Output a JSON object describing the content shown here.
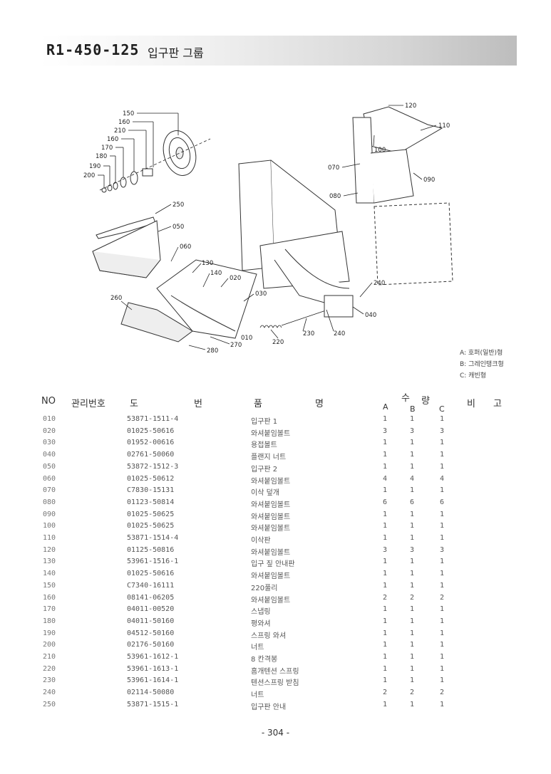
{
  "header": {
    "code": "R1-450-125",
    "title": "입구판 그룹"
  },
  "diagram": {
    "labels": [
      "150",
      "160",
      "210",
      "160",
      "170",
      "180",
      "190",
      "200",
      "250",
      "050",
      "060",
      "130",
      "140",
      "020",
      "030",
      "260",
      "270",
      "280",
      "010",
      "220",
      "230",
      "240",
      "240",
      "040",
      "120",
      "110",
      "100",
      "070",
      "090",
      "080"
    ]
  },
  "legend": [
    "A: 호퍼(일반)형",
    "B: 그레인탱크형",
    "C: 캐빈형"
  ],
  "columns": {
    "no": "NO",
    "mgmt": "관리번호",
    "do": "도",
    "beon": "번",
    "pum": "품",
    "myeong": "명",
    "su": "수",
    "ryang": "량",
    "a": "A",
    "b": "B",
    "c": "C",
    "bi": "비",
    "go": "고"
  },
  "rows": [
    {
      "no": "010",
      "part": "53871-1511-4",
      "name": "입구판 1",
      "a": "1",
      "b": "1",
      "c": "1"
    },
    {
      "no": "020",
      "part": "01025-50616",
      "name": "와셔붙임볼트",
      "a": "3",
      "b": "3",
      "c": "3"
    },
    {
      "no": "030",
      "part": "01952-00616",
      "name": "용접볼트",
      "a": "1",
      "b": "1",
      "c": "1"
    },
    {
      "no": "040",
      "part": "02761-50060",
      "name": "플랜지 너트",
      "a": "1",
      "b": "1",
      "c": "1"
    },
    {
      "no": "050",
      "part": "53872-1512-3",
      "name": "입구판 2",
      "a": "1",
      "b": "1",
      "c": "1"
    },
    {
      "no": "060",
      "part": "01025-50612",
      "name": "와셔붙임볼트",
      "a": "4",
      "b": "4",
      "c": "4"
    },
    {
      "no": "070",
      "part": "C7830-15131",
      "name": "이삭 덮개",
      "a": "1",
      "b": "1",
      "c": "1"
    },
    {
      "no": "080",
      "part": "01123-50814",
      "name": "와셔붙임볼트",
      "a": "6",
      "b": "6",
      "c": "6"
    },
    {
      "no": "090",
      "part": "01025-50625",
      "name": "와셔붙임볼트",
      "a": "1",
      "b": "1",
      "c": "1"
    },
    {
      "no": "100",
      "part": "01025-50625",
      "name": "와셔붙임볼트",
      "a": "1",
      "b": "1",
      "c": "1"
    },
    {
      "no": "110",
      "part": "53871-1514-4",
      "name": "이삭판",
      "a": "1",
      "b": "1",
      "c": "1"
    },
    {
      "no": "120",
      "part": "01125-50816",
      "name": "와셔붙임볼트",
      "a": "3",
      "b": "3",
      "c": "3"
    },
    {
      "no": "130",
      "part": "53961-1516-1",
      "name": "입구 짚 안내판",
      "a": "1",
      "b": "1",
      "c": "1"
    },
    {
      "no": "140",
      "part": "01025-50616",
      "name": "와셔붙임볼트",
      "a": "1",
      "b": "1",
      "c": "1"
    },
    {
      "no": "150",
      "part": "C7340-16111",
      "name": "220풀리",
      "a": "1",
      "b": "1",
      "c": "1"
    },
    {
      "no": "160",
      "part": "08141-06205",
      "name": "와셔붙임볼트",
      "a": "2",
      "b": "2",
      "c": "2"
    },
    {
      "no": "170",
      "part": "04011-00520",
      "name": "스냅링",
      "a": "1",
      "b": "1",
      "c": "1"
    },
    {
      "no": "180",
      "part": "04011-50160",
      "name": "평와셔",
      "a": "1",
      "b": "1",
      "c": "1"
    },
    {
      "no": "190",
      "part": "04512-50160",
      "name": "스프링 와셔",
      "a": "1",
      "b": "1",
      "c": "1"
    },
    {
      "no": "200",
      "part": "02176-50160",
      "name": "너트",
      "a": "1",
      "b": "1",
      "c": "1"
    },
    {
      "no": "210",
      "part": "53961-1612-1",
      "name": "8 칸격봉",
      "a": "1",
      "b": "1",
      "c": "1"
    },
    {
      "no": "220",
      "part": "53961-1613-1",
      "name": "홈개텐션 스프링",
      "a": "1",
      "b": "1",
      "c": "1"
    },
    {
      "no": "230",
      "part": "53961-1614-1",
      "name": "텐션스프링 받침",
      "a": "1",
      "b": "1",
      "c": "1"
    },
    {
      "no": "240",
      "part": "02114-50080",
      "name": "너트",
      "a": "2",
      "b": "2",
      "c": "2"
    },
    {
      "no": "250",
      "part": "53871-1515-1",
      "name": "입구판 안내",
      "a": "1",
      "b": "1",
      "c": "1"
    }
  ],
  "page_number": "- 304 -"
}
